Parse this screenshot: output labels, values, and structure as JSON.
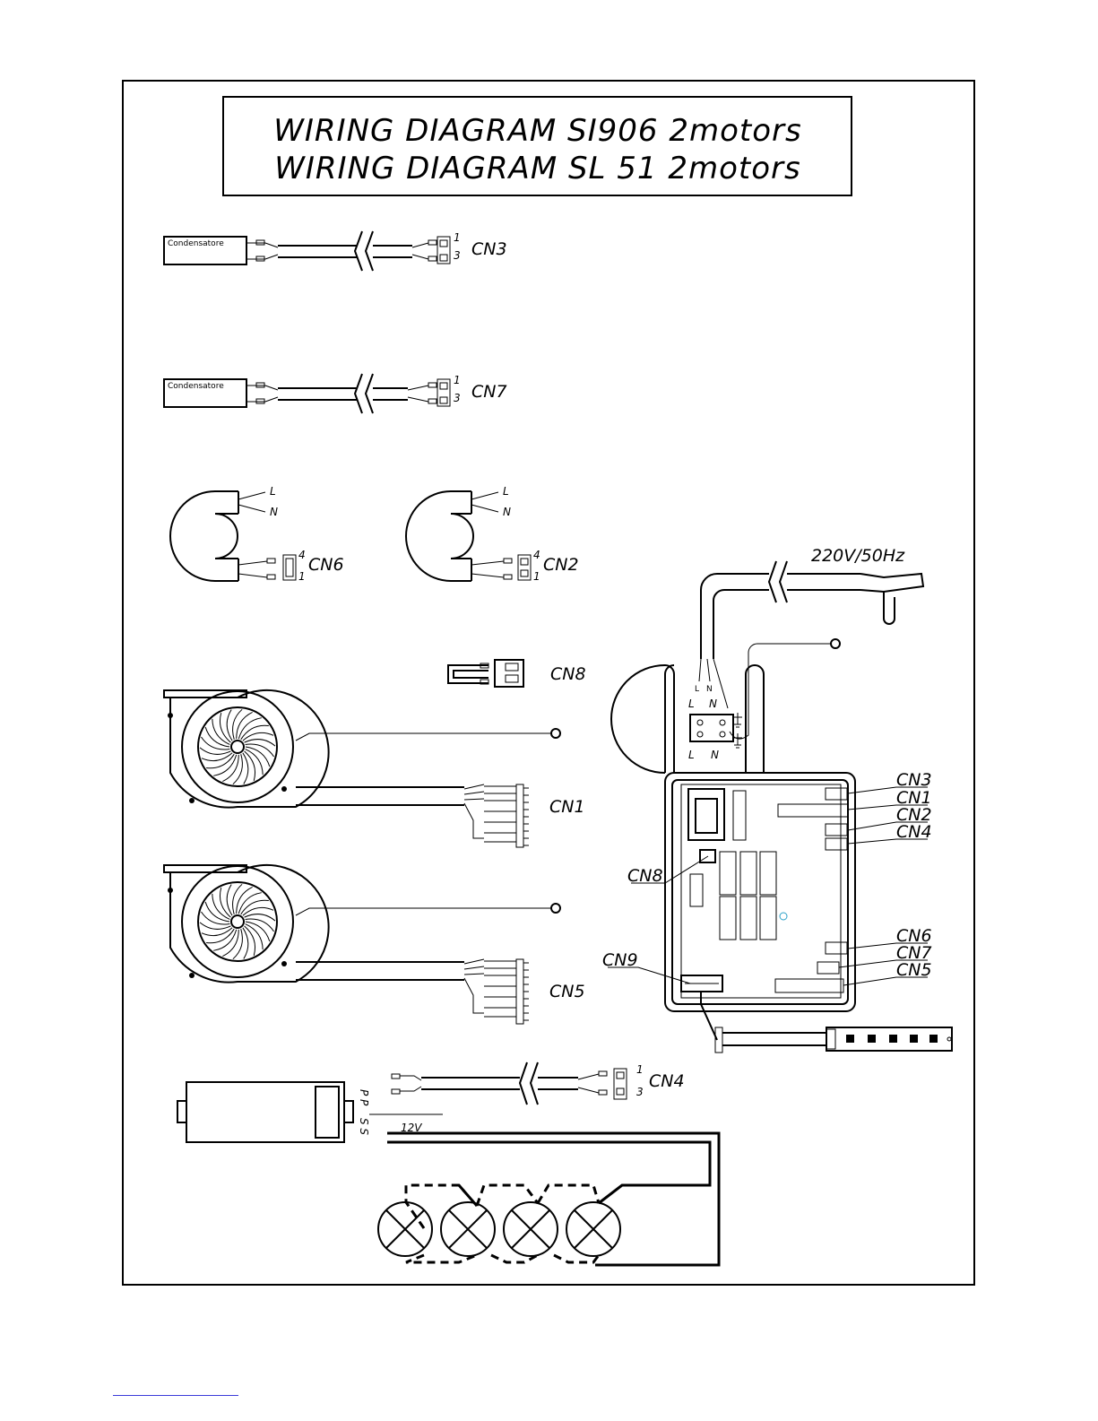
{
  "title": {
    "line1": "WIRING  DIAGRAM  SI906  2motors",
    "line2": "WIRING  DIAGRAM  SL  51  2motors"
  },
  "capacitors": [
    {
      "label": "Condensatore",
      "connector": "CN3",
      "pin_top": "1",
      "pin_bottom": "3"
    },
    {
      "label": "Condensatore",
      "connector": "CN7",
      "pin_top": "1",
      "pin_bottom": "3"
    }
  ],
  "switch_cables": [
    {
      "connector": "CN6",
      "pin_top": "4",
      "pin_bottom": "1",
      "wire_l": "L",
      "wire_n": "N"
    },
    {
      "connector": "CN2",
      "pin_top": "4",
      "pin_bottom": "1",
      "wire_l": "L",
      "wire_n": "N"
    }
  ],
  "jumper": {
    "connector": "CN8"
  },
  "motors": [
    {
      "connector": "CN1"
    },
    {
      "connector": "CN5"
    }
  ],
  "transformer": {
    "connector": "CN4",
    "pin_top": "1",
    "pin_bottom": "3",
    "pp": "P P",
    "ss": "S S",
    "voltage": "12V"
  },
  "power": {
    "supply": "220V/50Hz",
    "cable_l": "L",
    "cable_n": "N",
    "terminal_top_l": "L",
    "terminal_top_n": "N",
    "terminal_bottom_l": "L",
    "terminal_bottom_n": "N"
  },
  "board_labels": [
    "CN3",
    "CN1",
    "CN2",
    "CN4",
    "CN8",
    "CN9",
    "CN6",
    "CN7",
    "CN5"
  ],
  "colors": {
    "line": "#000000",
    "page": "#ffffff",
    "footer_link": "#3b3bd9"
  },
  "icons": [
    "fan-blower-icon",
    "lamp-icon",
    "plug-icon",
    "ground-icon",
    "ring-terminal-icon"
  ]
}
